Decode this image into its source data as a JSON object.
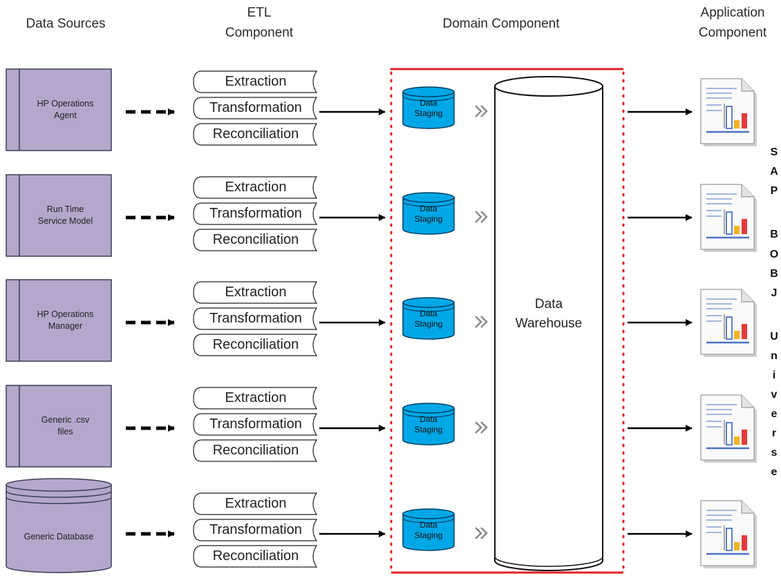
{
  "headers": {
    "data_sources": "Data Sources",
    "etl": "ETL\nComponent",
    "domain": "Domain Component",
    "application": "Application\nComponent"
  },
  "sources": [
    {
      "label": "HP Operations\nAgent",
      "shape": "box"
    },
    {
      "label": "Run Time\nService Model",
      "shape": "box"
    },
    {
      "label": "HP Operations\nManager",
      "shape": "box"
    },
    {
      "label": "Generic .csv\nfiles",
      "shape": "box"
    },
    {
      "label": "Generic Database",
      "shape": "database"
    }
  ],
  "etl_steps": [
    "Extraction",
    "Transformation",
    "Reconciliation"
  ],
  "staging_label": "Data\nStaging",
  "warehouse_label": "Data\nWarehouse",
  "vertical_label": [
    "S",
    "A",
    "P",
    "",
    "B",
    "O",
    "B",
    "J",
    "",
    "U",
    "n",
    "i",
    "v",
    "e",
    "r",
    "s",
    "e"
  ],
  "colors": {
    "source_fill": "#b4a7cb",
    "source_stroke": "#3d3d55",
    "staging_fill": "#00a7e6",
    "staging_stroke": "#003c5e",
    "domain_border": "#e32020",
    "report_blue": "#4c72c4",
    "report_yellow": "#f2b31e",
    "report_red": "#e23b3b"
  },
  "icons": {
    "dashed_arrow": "dashed-arrow-icon",
    "solid_arrow": "arrow-icon",
    "chevron": "double-chevron-icon",
    "report": "report-document-icon"
  }
}
